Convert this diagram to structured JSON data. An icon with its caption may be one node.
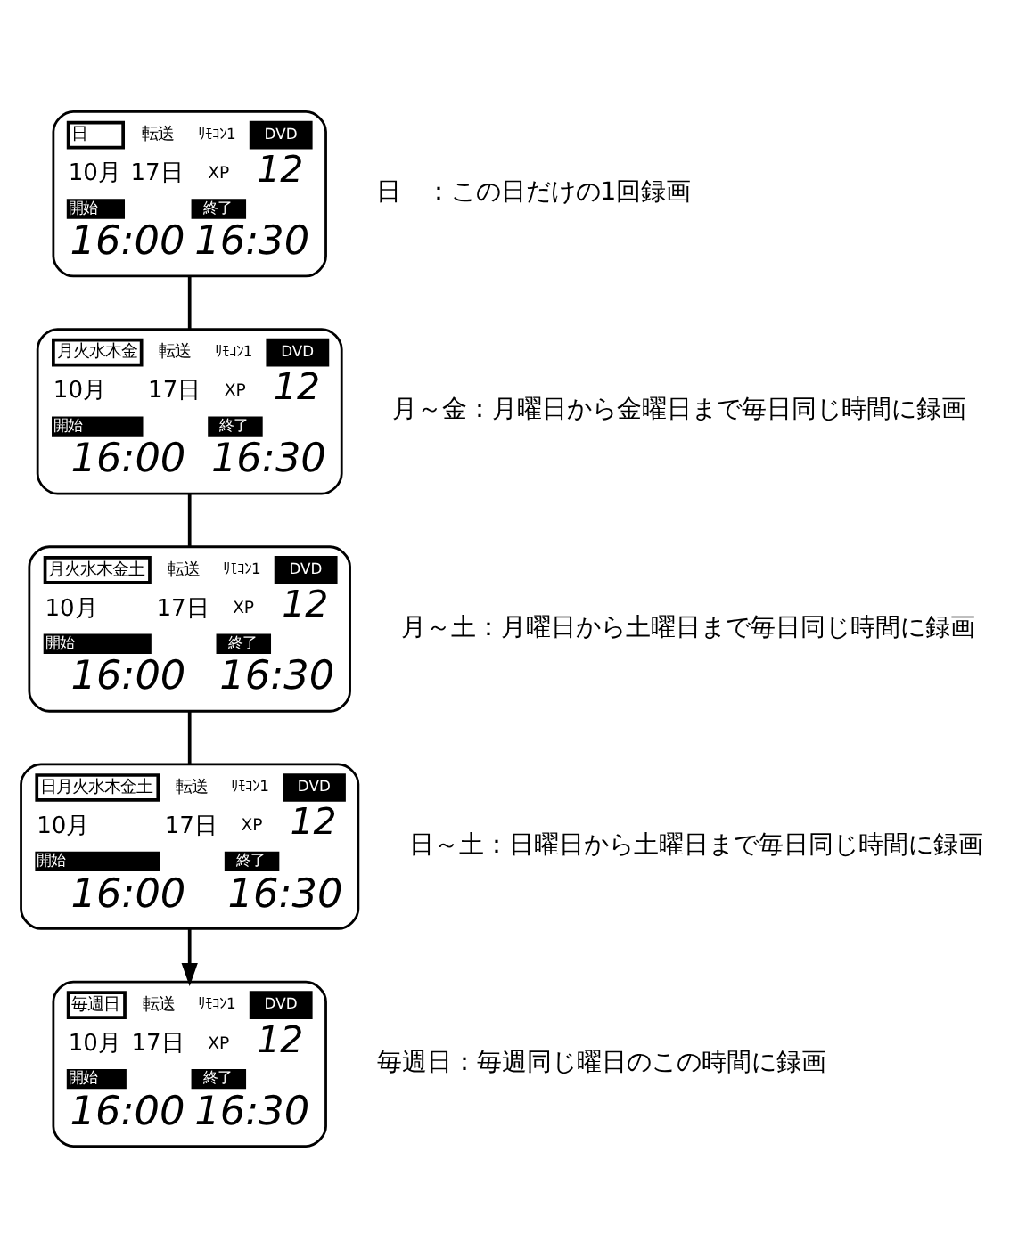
{
  "diagram": {
    "nodes": [
      {
        "text": [
          "日",
          "転送",
          "ﾘﾓｺﾝ1",
          "DVD",
          "12",
          "10月",
          "17日",
          "XP",
          "開始",
          "終了",
          "16:00",
          "16:30"
        ],
        "beside": [
          "日　：この日だけの1回録画"
        ]
      },
      {
        "text": [
          "月火水木金",
          "転送",
          "ﾘﾓｺﾝ1",
          "DVD",
          "12",
          "10月",
          "17日",
          "XP",
          "開始",
          "終了",
          "16:00",
          "16:30"
        ],
        "beside": [
          "月～金：月曜日から金曜日まで毎日同じ時間に録画"
        ]
      },
      {
        "text": [
          "月火水木金土",
          "転送",
          "ﾘﾓｺﾝ1",
          "DVD",
          "12",
          "10月",
          "17日",
          "XP",
          "開始",
          "終了",
          "16:00",
          "16:30"
        ],
        "beside": [
          "月～土：月曜日から土曜日まで毎日同じ時間に録画"
        ]
      },
      {
        "text": [
          "日月火水木金土",
          "転送",
          "ﾘﾓｺﾝ1",
          "DVD",
          "12",
          "10月",
          "17日",
          "XP",
          "開始",
          "終了",
          "16:00",
          "16:30"
        ],
        "beside": [
          "日～土：日曜日から土曜日まで毎日同じ時間に録画"
        ]
      },
      {
        "text": [
          "毎週日",
          "転送",
          "ﾘﾓｺﾝ1",
          "DVD",
          "12",
          "10月",
          "17日",
          "XP",
          "開始",
          "終了",
          "16:00",
          "16:30"
        ],
        "beside": [
          "毎週日：毎週同じ曜日のこの時間に録画"
        ]
      }
    ],
    "edges": [
      {
        "from": 0,
        "to": 1,
        "arrow": "none"
      },
      {
        "from": 1,
        "to": 2,
        "arrow": "none"
      },
      {
        "from": 2,
        "to": 3,
        "arrow": "none"
      },
      {
        "from": 3,
        "to": 4,
        "arrow": "to"
      }
    ]
  }
}
